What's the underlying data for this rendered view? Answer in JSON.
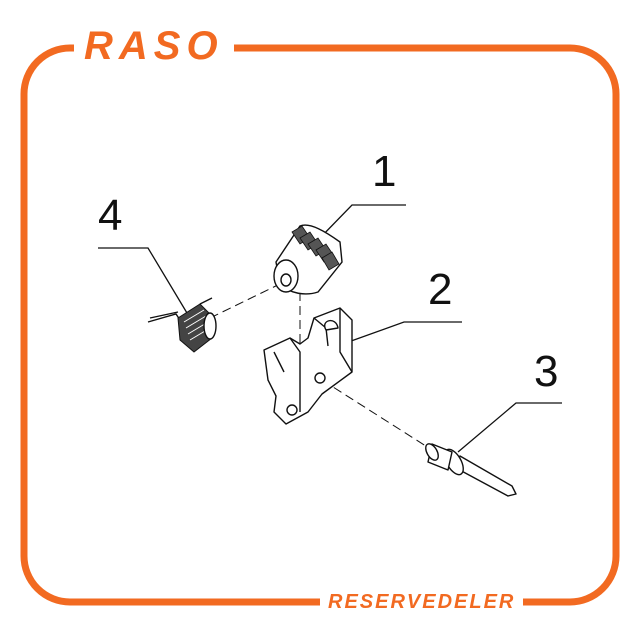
{
  "brand": {
    "logo_text": "RASO",
    "footer_text": "RESERVEDELER"
  },
  "colors": {
    "brand_orange": "#f26a21",
    "line_color": "#111111"
  },
  "diagram": {
    "callouts": [
      {
        "number": "1",
        "part": "worm-roller"
      },
      {
        "number": "2",
        "part": "bracket-plate"
      },
      {
        "number": "3",
        "part": "blind-rivet"
      },
      {
        "number": "4",
        "part": "torsion-spring"
      }
    ]
  }
}
